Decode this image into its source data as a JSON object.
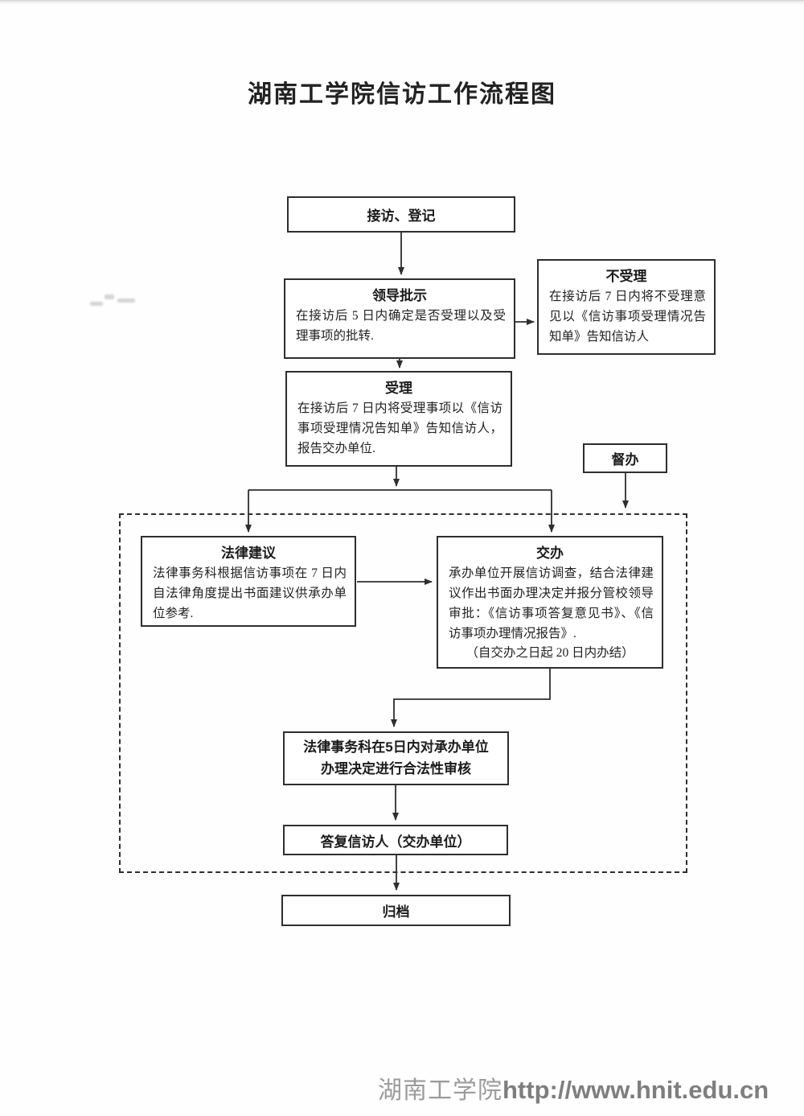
{
  "doc": {
    "title": "湖南工学院信访工作流程图"
  },
  "flowchart": {
    "nodes": {
      "reception": {
        "title": "接访、登记"
      },
      "leader": {
        "title": "领导批示",
        "body": "在接访后 5 日内确定是否受理以及受理事项的批转."
      },
      "reject": {
        "title": "不受理",
        "body": "在接访后 7 日内将不受理意见以《信访事项受理情况告知单》告知信访人"
      },
      "accept": {
        "title": "受理",
        "body": "在接访后 7 日内将受理事项以《信访事项受理情况告知单》告知信访人，报告交办单位."
      },
      "supervise": {
        "title": "督办"
      },
      "legal_advice": {
        "title": "法律建议",
        "body": "法律事务科根据信访事项在 7 日内自法律角度提出书面建议供承办单位参考."
      },
      "assign": {
        "title": "交办",
        "body": "承办单位开展信访调查，结合法律建议作出书面办理决定并报分管校领导审批：《信访事项答复意见书》、《信访事项办理情况报告》.",
        "note": "（自交办之日起 20 日内办结）"
      },
      "review": {
        "label": "法律事务科在5日内对承办单位办理决定进行合法性审核"
      },
      "reply": {
        "label": "答复信访人（交办单位）"
      },
      "archive": {
        "label": "归档"
      }
    },
    "colors": {
      "line": "#2e2e2e",
      "box_background": "#ffffff",
      "footer_gray": "#8a8a8a"
    }
  },
  "footer": {
    "site_name": "湖南工学院",
    "url": "http://www.hnit.edu.cn"
  }
}
